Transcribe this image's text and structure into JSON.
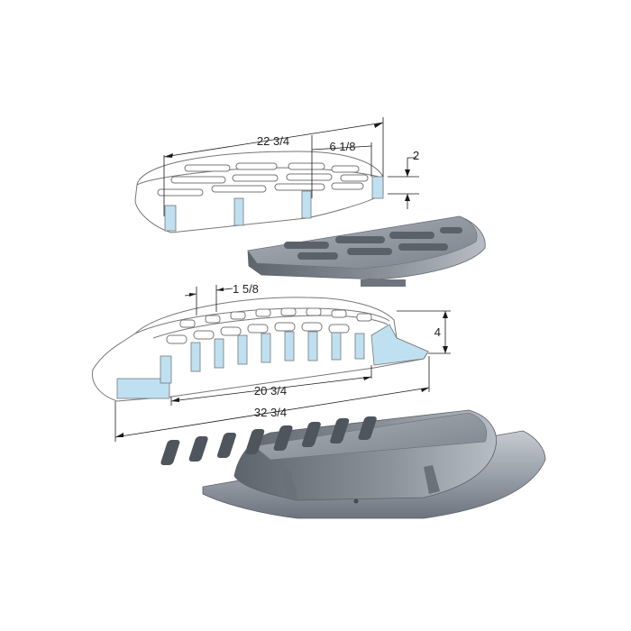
{
  "dimensions": {
    "top_overall": "22 3/4",
    "top_slot": "6 1/8",
    "top_height": "2",
    "bar_width": "1 5/8",
    "frame_height": "4",
    "frame_inner": "20 3/4",
    "frame_overall": "32 3/4"
  },
  "colors": {
    "section_cut": "#bfe0f0",
    "casting": "#8e959e",
    "outline": "#777777"
  }
}
